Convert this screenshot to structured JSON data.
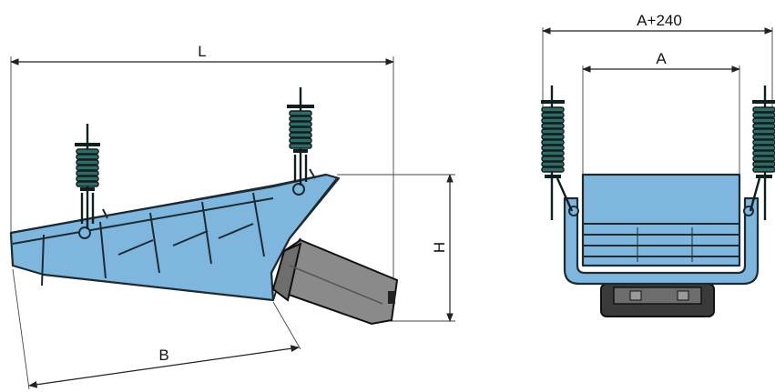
{
  "colors": {
    "body_blue": "#7fb6dd",
    "spring_green": "#2f6b66",
    "motor_gray": "#8a8a8a",
    "base_dark": "#3a3a3a"
  },
  "side_view": {
    "dim_length": "L",
    "dim_height": "H",
    "dim_trough": "B"
  },
  "front_view": {
    "dim_total_width": "A+240",
    "dim_inner_width": "A"
  }
}
